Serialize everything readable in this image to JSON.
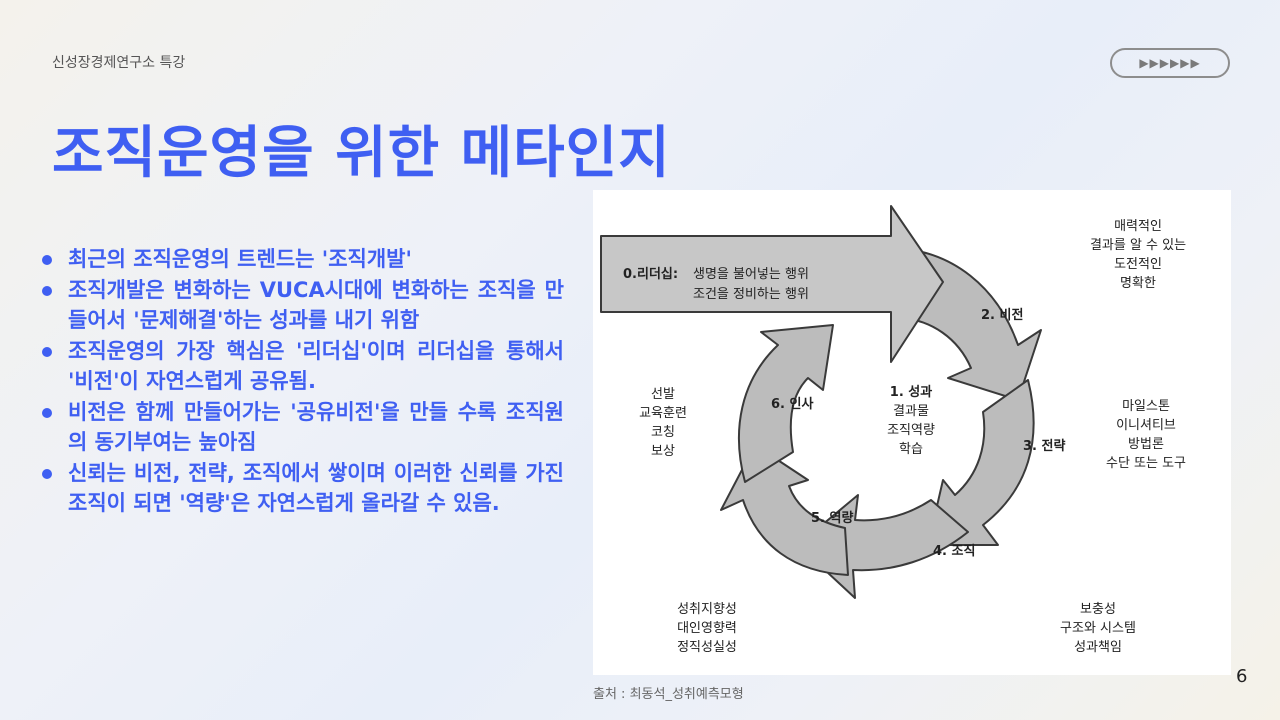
{
  "header": {
    "subtitle": "신성장경제연구소 특강",
    "nav_pill": "▶▶▶▶▶▶"
  },
  "title": "조직운영을 위한 메타인지",
  "bullets": [
    "최근의 조직운영의 트렌드는 '조직개발'",
    "조직개발은 변화하는 VUCA시대에 변화하는 조직을 만들어서 '문제해결'하는 성과를 내기 위함",
    "조직운영의 가장 핵심은 '리더십'이며 리더십을 통해서 '비전'이 자연스럽게 공유됨.",
    "비전은 함께 만들어가는 '공유비전'을 만들 수록 조직원의 동기부여는 높아짐",
    "신뢰는 비전, 전략, 조직에서 쌓이며 이러한 신뢰를 가진 조직이 되면 '역량'은 자연스럽게 올라갈 수 있음."
  ],
  "diagram": {
    "arrow_label": "0.리더십:",
    "arrow_desc": [
      "생명을 불어넣는 행위",
      "조건을 정비하는 행위"
    ],
    "center": [
      "1. 성과",
      "결과물",
      "조직역량",
      "학습"
    ],
    "segments": [
      "2. 비전",
      "3. 전략",
      "4. 조직",
      "5. 역량",
      "6. 인사"
    ],
    "note_vision": [
      "매력적인",
      "결과를 알 수 있는",
      "도전적인",
      "명확한"
    ],
    "note_strategy": [
      "마일스톤",
      "이니셔티브",
      "방법론",
      "수단 또는 도구"
    ],
    "note_org": [
      "보충성",
      "구조와 시스템",
      "성과책임"
    ],
    "note_competency": [
      "성취지향성",
      "대인영향력",
      "정직성실성"
    ],
    "note_hr": [
      "선발",
      "교육훈련",
      "코칭",
      "보상"
    ]
  },
  "source": "출처 : 최동석_성취예측모형",
  "page_number": "6"
}
